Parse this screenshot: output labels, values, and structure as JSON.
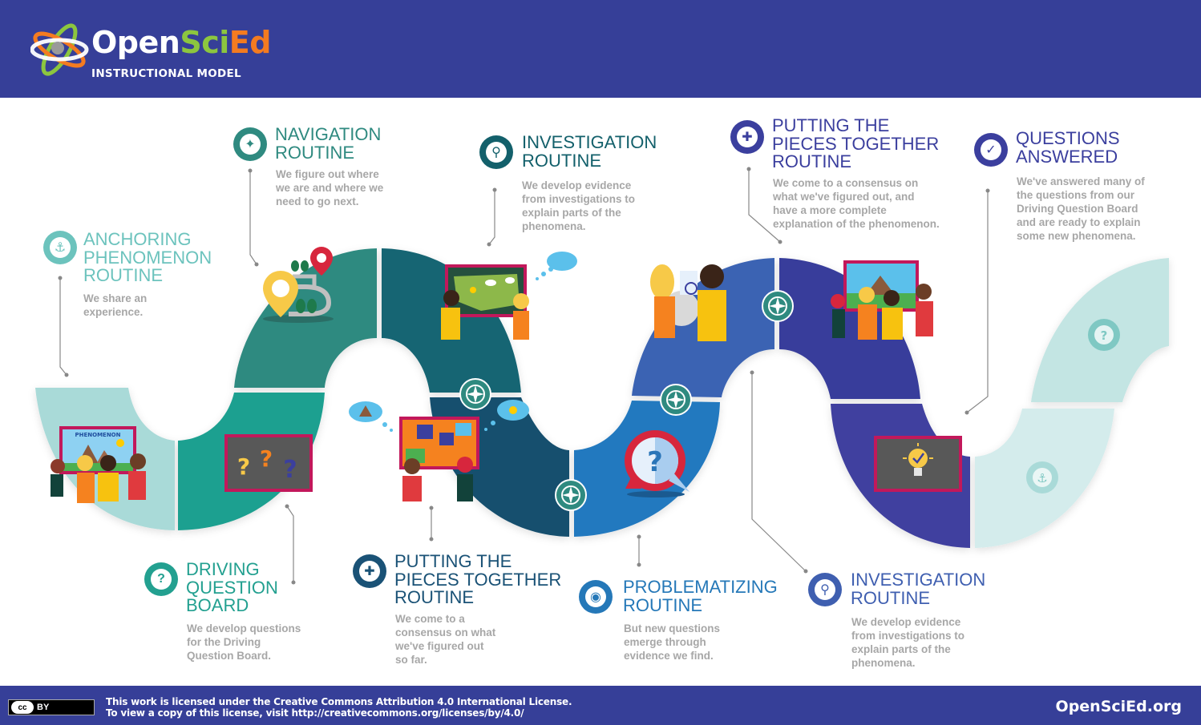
{
  "header": {
    "logo": {
      "word_open": "Open",
      "word_sci": "Sci",
      "word_ed": "Ed",
      "subtitle": "INSTRUCTIONAL MODEL"
    },
    "background": "#363f98"
  },
  "steps": [
    {
      "id": "anchoring",
      "icon": "anchor-icon",
      "color": "#6cc3bd",
      "title_lines": [
        "ANCHORING",
        "PHENOMENON",
        "ROUTINE"
      ],
      "desc_lines": [
        "We share an",
        "experience."
      ]
    },
    {
      "id": "navigation",
      "icon": "compass-icon",
      "color": "#2f8a80",
      "title_lines": [
        "NAVIGATION",
        "ROUTINE"
      ],
      "desc_lines": [
        "We figure out where",
        "we are and where we",
        "need to go next."
      ]
    },
    {
      "id": "investigation-1",
      "icon": "magnifier-icon",
      "color": "#13606b",
      "title_lines": [
        "INVESTIGATION",
        "ROUTINE"
      ],
      "desc_lines": [
        "We develop evidence",
        "from investigations to",
        "explain parts of the",
        "phenomena."
      ]
    },
    {
      "id": "putting-pieces-2",
      "icon": "puzzle-icon",
      "color": "#3b3f9e",
      "title_lines": [
        "PUTTING THE",
        "PIECES TOGETHER",
        "ROUTINE"
      ],
      "desc_lines": [
        "We come to a consensus on",
        "what we've figured out, and",
        "have a more complete",
        "explanation of the phenomenon."
      ]
    },
    {
      "id": "questions-answered",
      "icon": "checkmark-icon",
      "color": "#3b3f9e",
      "title_lines": [
        "QUESTIONS",
        "ANSWERED"
      ],
      "desc_lines": [
        "We've answered many of",
        "the questions from our",
        "Driving Question Board",
        "and are ready to explain",
        "some new phenomena."
      ]
    },
    {
      "id": "driving-question-board",
      "icon": "question-icon",
      "color": "#23a090",
      "title_lines": [
        "DRIVING",
        "QUESTION",
        "BOARD"
      ],
      "desc_lines": [
        "We develop questions",
        "for the Driving",
        "Question Board."
      ]
    },
    {
      "id": "putting-pieces-1",
      "icon": "puzzle-icon",
      "color": "#1a5276",
      "title_lines": [
        "PUTTING THE",
        "PIECES TOGETHER",
        "ROUTINE"
      ],
      "desc_lines": [
        "We come to a",
        "consensus on what",
        "we've figured out",
        "so far."
      ]
    },
    {
      "id": "problematizing",
      "icon": "eye-icon",
      "color": "#2578b8",
      "title_lines": [
        "PROBLEMATIZING",
        "ROUTINE"
      ],
      "desc_lines": [
        "But new questions",
        "emerge through",
        "evidence we find."
      ]
    },
    {
      "id": "investigation-2",
      "icon": "magnifier-icon",
      "color": "#3f5fb0",
      "title_lines": [
        "INVESTIGATION",
        "ROUTINE"
      ],
      "desc_lines": [
        "We develop evidence",
        "from investigations to",
        "explain parts of the",
        "phenomena."
      ]
    }
  ],
  "illustrations": {
    "phenomenon_board_label": "PHENOMENON",
    "question_marks": [
      "?",
      "?",
      "?"
    ]
  },
  "footer": {
    "cc_label": "cc",
    "by_label": "BY",
    "license_line1": "This work is licensed under the Creative Commons Attribution 4.0 International License.",
    "license_line2": "To view a copy of this license, visit http://creativecommons.org/licenses/by/4.0/",
    "site": "OpenSciEd.org",
    "background": "#363f98"
  }
}
